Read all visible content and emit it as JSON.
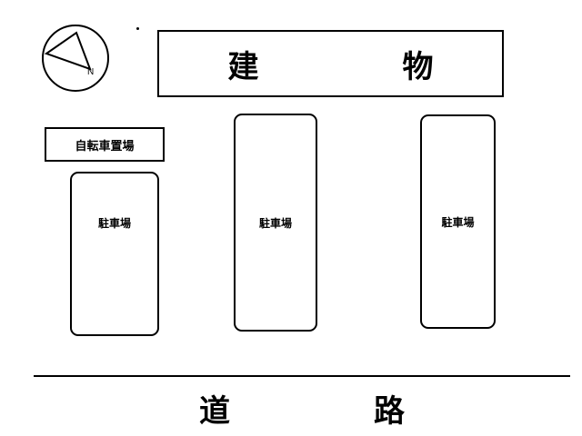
{
  "compass": {
    "icon": "north-arrow-icon",
    "label": "N"
  },
  "building": {
    "label": "建　物"
  },
  "bicycle_parking": {
    "label": "自転車置場"
  },
  "parking_lots": [
    {
      "label": "駐車場"
    },
    {
      "label": "駐車場"
    },
    {
      "label": "駐車場"
    }
  ],
  "road": {
    "label": "道　路"
  }
}
